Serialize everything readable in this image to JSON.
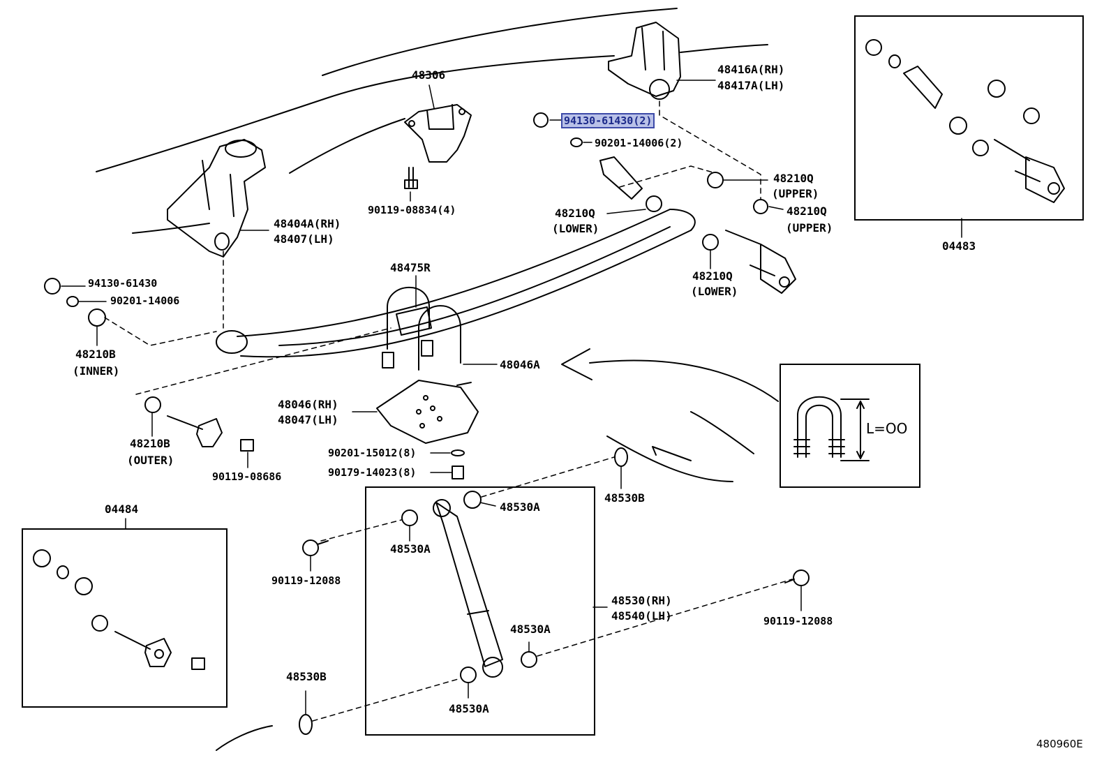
{
  "diagram_id": "480960E",
  "highlighted_part": "94130-61430(2)",
  "labels": {
    "p48306": "48306",
    "p48416a": "48416A(RH)",
    "p48417a": "48417A(LH)",
    "p94130_2": "94130-61430(2)",
    "p90201_2": "90201-14006(2)",
    "p48210q_up1": "48210Q",
    "p48210q_up1_sub": "(UPPER)",
    "p48210q_up2": "48210Q",
    "p48210q_up2_sub": "(UPPER)",
    "p48210q_lo1": "48210Q",
    "p48210q_lo1_sub": "(LOWER)",
    "p48210q_lo2": "48210Q",
    "p48210q_lo2_sub": "(LOWER)",
    "p90119_08834": "90119-08834(4)",
    "p48404a": "48404A(RH)",
    "p48407": "48407(LH)",
    "p94130": "94130-61430",
    "p90201": "90201-14006",
    "p48210b_in": "48210B",
    "p48210b_in_sub": "(INNER)",
    "p48475r": "48475R",
    "p48046a": "48046A",
    "p48046": "48046(RH)",
    "p48047": "48047(LH)",
    "p90201_15012": "90201-15012(8)",
    "p90179_14023": "90179-14023(8)",
    "p48210b_out": "48210B",
    "p48210b_out_sub": "(OUTER)",
    "p90119_08686": "90119-08686",
    "p04484": "04484",
    "p04483": "04483",
    "p48530b_top": "48530B",
    "p48530a_1": "48530A",
    "p48530a_2": "48530A",
    "p48530a_3": "48530A",
    "p48530a_4": "48530A",
    "p90119_12088_l": "90119-12088",
    "p90119_12088_r": "90119-12088",
    "p48530": "48530(RH)",
    "p48540": "48540(LH)",
    "p48530b_bot": "48530B",
    "ubolt_length": "L=OO"
  }
}
